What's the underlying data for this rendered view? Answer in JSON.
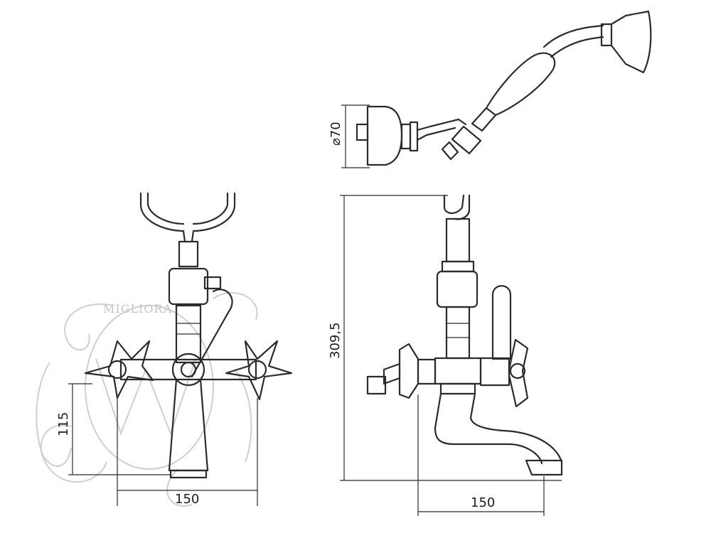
{
  "dimensions": {
    "shower_diameter": "⌀70",
    "height": "309,5",
    "front_height": "115",
    "front_width": "150",
    "side_width": "150"
  },
  "watermark": {
    "brand": "MIGLIORA"
  }
}
